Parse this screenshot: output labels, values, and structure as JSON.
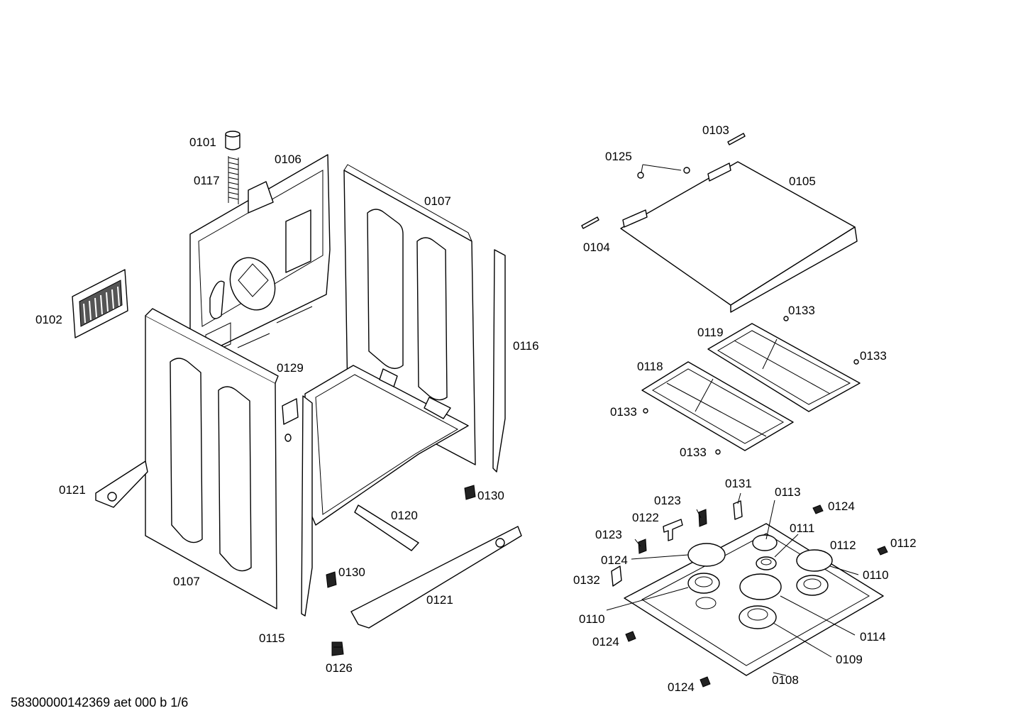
{
  "labels": [
    "0101",
    "0117",
    "0106",
    "0107",
    "0102",
    "0129",
    "0121",
    "0120",
    "0130",
    "0130",
    "0107",
    "0115",
    "0126",
    "0121",
    "0116",
    "0103",
    "0125",
    "0105",
    "0104",
    "0133",
    "0119",
    "0133",
    "0118",
    "0133",
    "0133",
    "0131",
    "0113",
    "0123",
    "0124",
    "0122",
    "0111",
    "0123",
    "0112",
    "0124",
    "0112",
    "0110",
    "0132",
    "0110",
    "0114",
    "0124",
    "0109",
    "0108",
    "0124"
  ],
  "footer": "58300000142369 aet 000 b 1/6"
}
